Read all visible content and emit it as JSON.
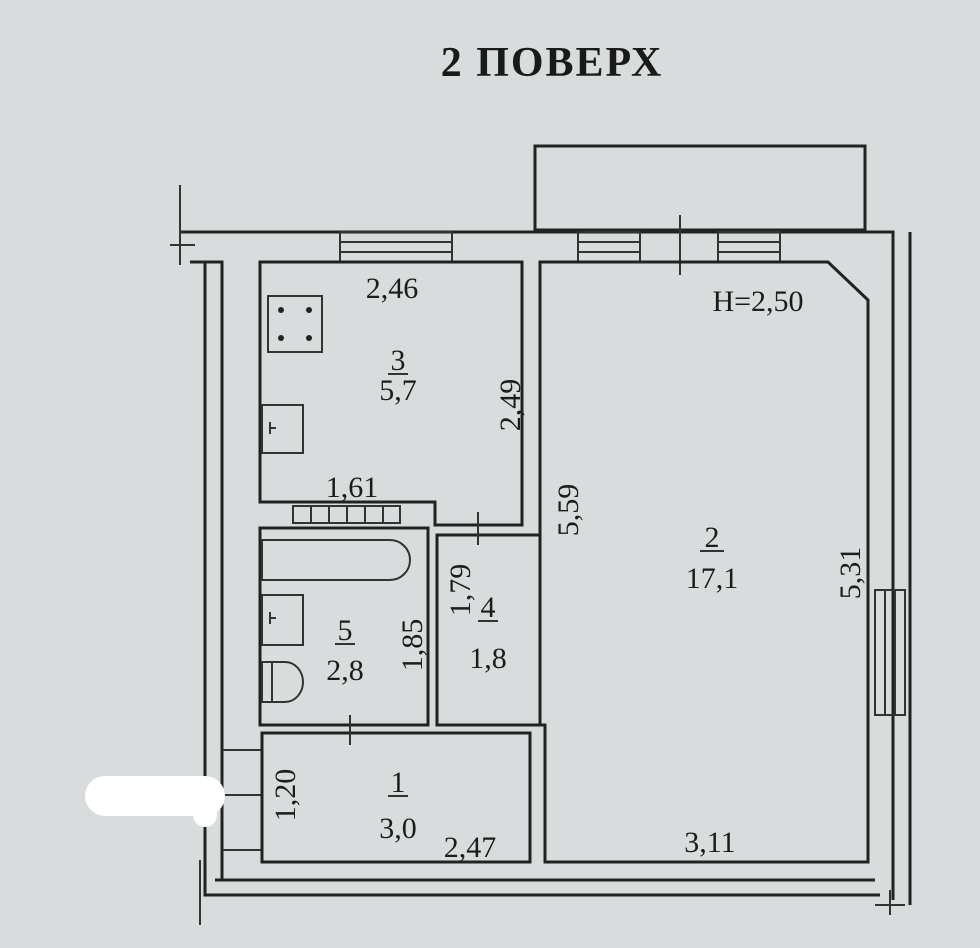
{
  "title": "2 ПОВЕРХ",
  "ceiling_height": "H=2,50",
  "rooms": [
    {
      "number": "1",
      "area": "3,0"
    },
    {
      "number": "2",
      "area": "17,1"
    },
    {
      "number": "3",
      "area": "5,7"
    },
    {
      "number": "4",
      "area": "1,8"
    },
    {
      "number": "5",
      "area": "2,8"
    }
  ],
  "dimensions": {
    "kitchen_width": "2,46",
    "kitchen_depth": "2,49",
    "kitchen_bottom": "1,61",
    "room2_left": "5,59",
    "room2_right": "5,31",
    "room2_bottom": "3,11",
    "bath_height": "1,85",
    "corridor_height": "1,79",
    "hall_height": "1,20",
    "hall_width": "2,47"
  },
  "colors": {
    "paper": "#d9dcdc",
    "ink": "#222222"
  }
}
